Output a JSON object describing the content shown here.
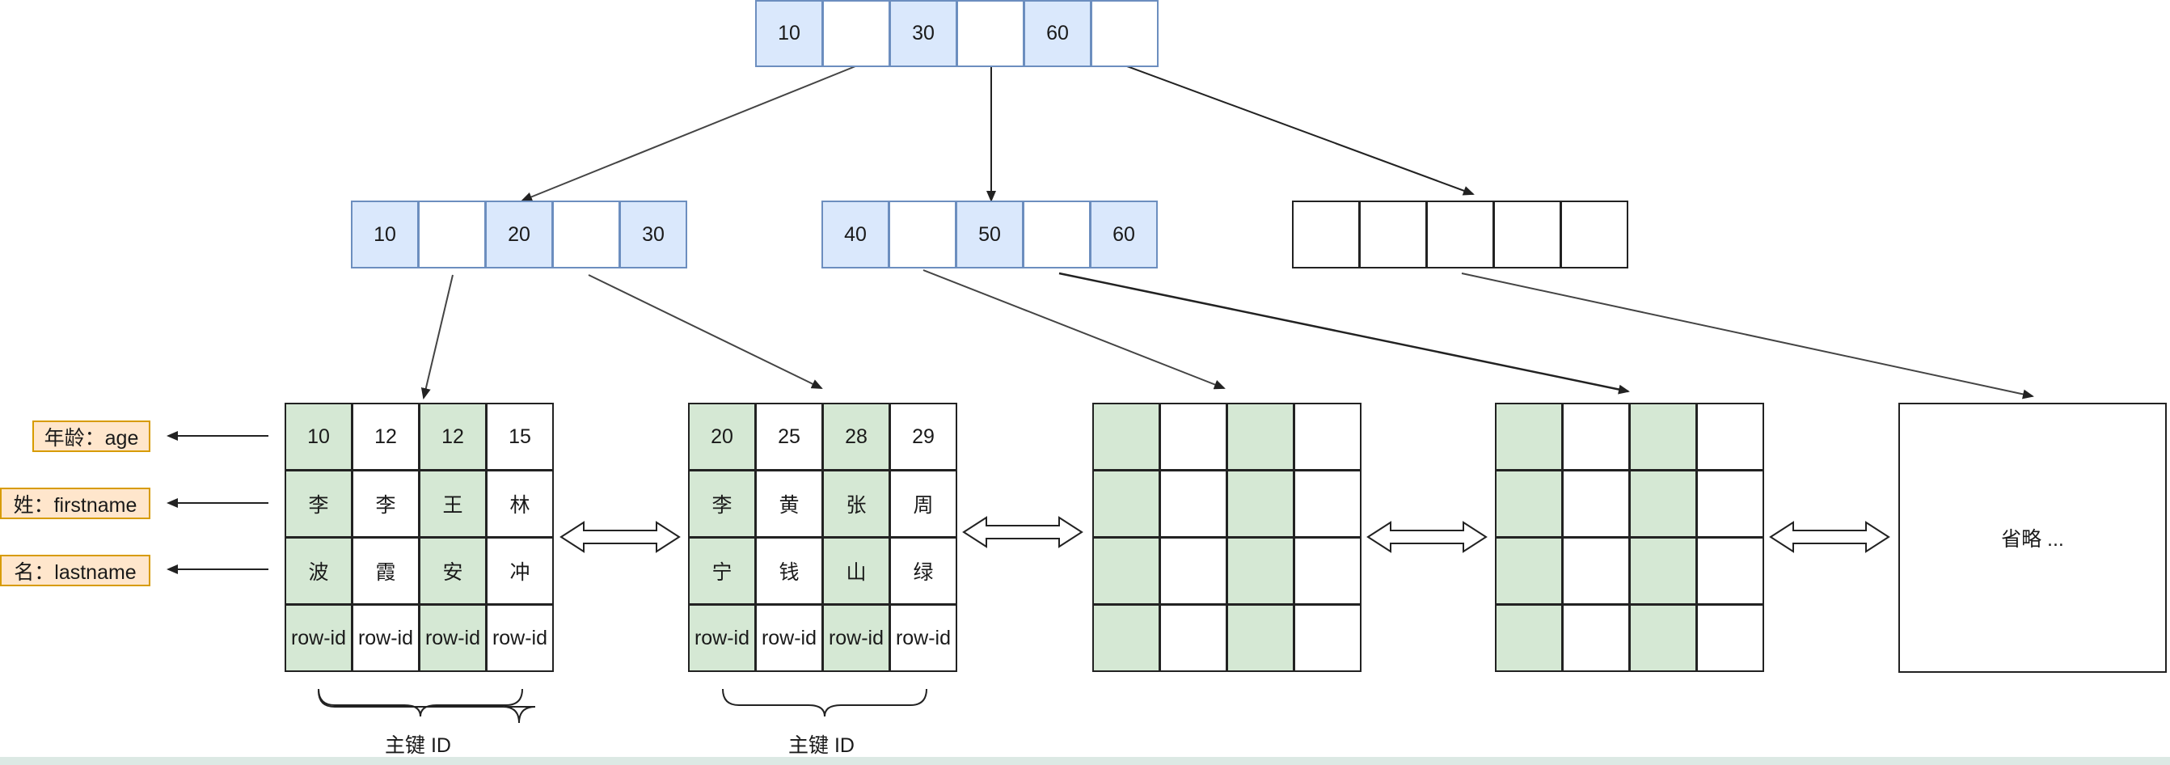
{
  "root_keys": [
    "10",
    "30",
    "60"
  ],
  "mid_left_keys": [
    "10",
    "20",
    "30"
  ],
  "mid_center_keys": [
    "40",
    "50",
    "60"
  ],
  "leaves": [
    {
      "rows": [
        [
          "10",
          "12",
          "12",
          "15"
        ],
        [
          "李",
          "李",
          "王",
          "林"
        ],
        [
          "波",
          "霞",
          "安",
          "冲"
        ],
        [
          "row-id",
          "row-id",
          "row-id",
          "row-id"
        ]
      ]
    },
    {
      "rows": [
        [
          "20",
          "25",
          "28",
          "29"
        ],
        [
          "李",
          "黄",
          "张",
          "周"
        ],
        [
          "宁",
          "钱",
          "山",
          "绿"
        ],
        [
          "row-id",
          "row-id",
          "row-id",
          "row-id"
        ]
      ]
    }
  ],
  "row_labels": [
    "年龄：age",
    "姓：firstname",
    "名：lastname"
  ],
  "pk_caption": "主键 ID",
  "omitted_text": "省略 ...",
  "colors": {
    "key_fill": "#dae8fc",
    "key_border": "#6c8ebf",
    "green_fill": "#d5e8d4",
    "label_fill": "#ffe6cc",
    "label_border": "#d79b00"
  }
}
